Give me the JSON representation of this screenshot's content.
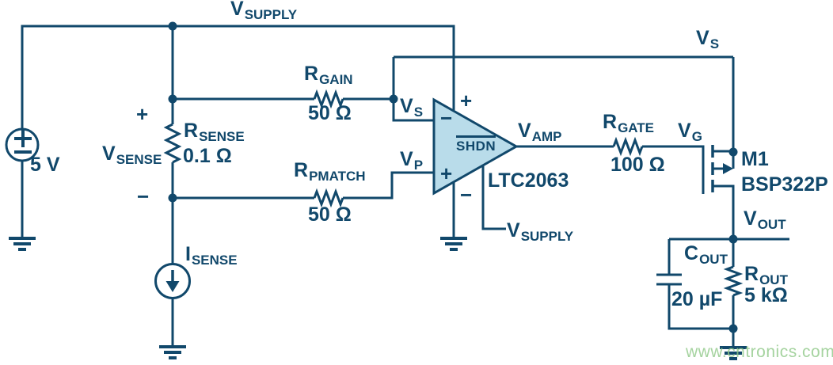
{
  "colors": {
    "ink": "#11486b",
    "opamp_fill": "#b9dcea",
    "watermark": "rgba(143,200,135,0.8)"
  },
  "labels": {
    "v_supply_top": {
      "main": "V",
      "sub": "SUPPLY"
    },
    "source_value": "5 V",
    "v_sense": {
      "main": "V",
      "sub": "SENSE"
    },
    "r_sense": {
      "main": "R",
      "sub": "SENSE",
      "value": "0.1 Ω"
    },
    "i_sense": {
      "main": "I",
      "sub": "SENSE"
    },
    "r_gain": {
      "main": "R",
      "sub": "GAIN",
      "value": "50 Ω"
    },
    "r_pmatch": {
      "main": "R",
      "sub": "PMATCH",
      "value": "50 Ω"
    },
    "v_s_in": {
      "main": "V",
      "sub": "S"
    },
    "v_p": {
      "main": "V",
      "sub": "P"
    },
    "opamp": {
      "part": "LTC2063",
      "shdn": "SHDN"
    },
    "v_amp": {
      "main": "V",
      "sub": "AMP"
    },
    "v_supply_pin": {
      "main": "V",
      "sub": "SUPPLY"
    },
    "r_gate": {
      "main": "R",
      "sub": "GATE",
      "value": "100 Ω"
    },
    "v_g": {
      "main": "V",
      "sub": "G"
    },
    "v_s_top": {
      "main": "V",
      "sub": "S"
    },
    "mosfet": {
      "ref": "M1",
      "part": "BSP322P"
    },
    "v_out": {
      "main": "V",
      "sub": "OUT"
    },
    "c_out": {
      "main": "C",
      "sub": "OUT",
      "value": "20 µF"
    },
    "r_out": {
      "main": "R",
      "sub": "OUT",
      "value": "5 kΩ"
    },
    "marks": {
      "sense_plus": "+",
      "sense_minus": "−",
      "opamp_minus_in": "−",
      "opamp_plus_in": "+",
      "opamp_plus_supply": "+",
      "opamp_minus_supply": "−"
    },
    "watermark": "www.cntronics.com"
  }
}
